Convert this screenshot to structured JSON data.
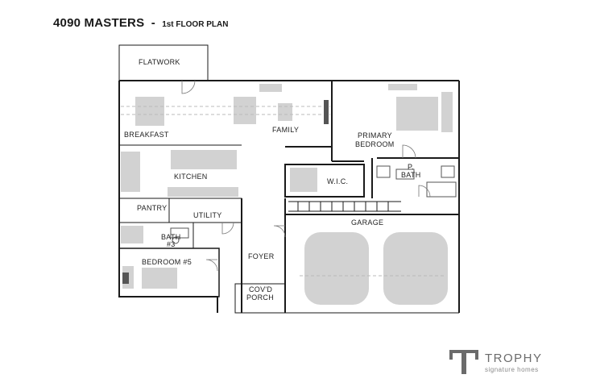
{
  "title": {
    "main": "4090 MASTERS",
    "separator": "-",
    "sub": "1st FLOOR PLAN"
  },
  "rooms": {
    "flatwork": "FLATWORK",
    "breakfast": "BREAKFAST",
    "family": "FAMILY",
    "primary_bedroom_1": "PRIMARY",
    "primary_bedroom_2": "BEDROOM",
    "kitchen": "KITCHEN",
    "wic": "W.I.C.",
    "p_bath_1": "P.",
    "p_bath_2": "BATH",
    "pantry": "PANTRY",
    "utility": "UTILITY",
    "garage": "GARAGE",
    "bath3_1": "BATH",
    "bath3_2": "#3",
    "bedroom5": "BEDROOM #5",
    "foyer": "FOYER",
    "porch_1": "COV'D",
    "porch_2": "PORCH"
  },
  "logo": {
    "name": "TROPHY",
    "tagline": "signature homes",
    "mark": "trophy-logo-icon"
  },
  "colors": {
    "wall": "#1a1a1a",
    "fixture": "#cccccc",
    "fixture_light": "#dcdcdc",
    "logo": "#6b6b6b"
  }
}
